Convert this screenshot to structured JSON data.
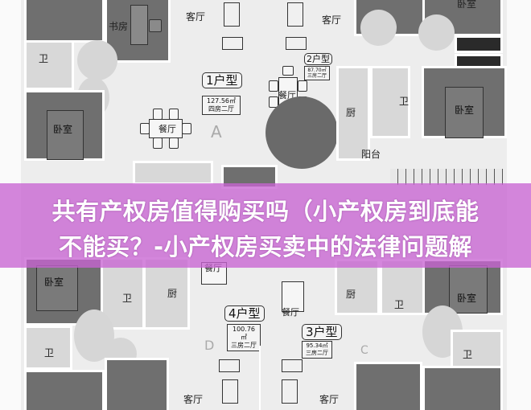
{
  "title": {
    "line1": "共有产权房值得购买吗（小产权房到底能",
    "line2": "不能买？-小产权房买卖中的法律问题解"
  },
  "banner_color": "#c864d2",
  "floor_plan": {
    "units": [
      {
        "id": "1",
        "tag": "1户型",
        "area": "127.56㎡",
        "layout": "四房二厅",
        "letter": "A"
      },
      {
        "id": "2",
        "tag": "2户型",
        "area": "87.70㎡",
        "layout": "三房二厅"
      },
      {
        "id": "3",
        "tag": "3户型",
        "area": "95.34㎡",
        "layout": "三房二厅",
        "letter": "C"
      },
      {
        "id": "4",
        "tag": "4户型",
        "area": "100.76㎡",
        "layout": "三房二厅",
        "letter": "D"
      }
    ],
    "rooms": {
      "study": "书房",
      "living": "客厅",
      "dining": "餐厅",
      "bath": "卫",
      "bedroom": "卧室",
      "kitchen": "厨",
      "balcony": "阳台"
    }
  }
}
